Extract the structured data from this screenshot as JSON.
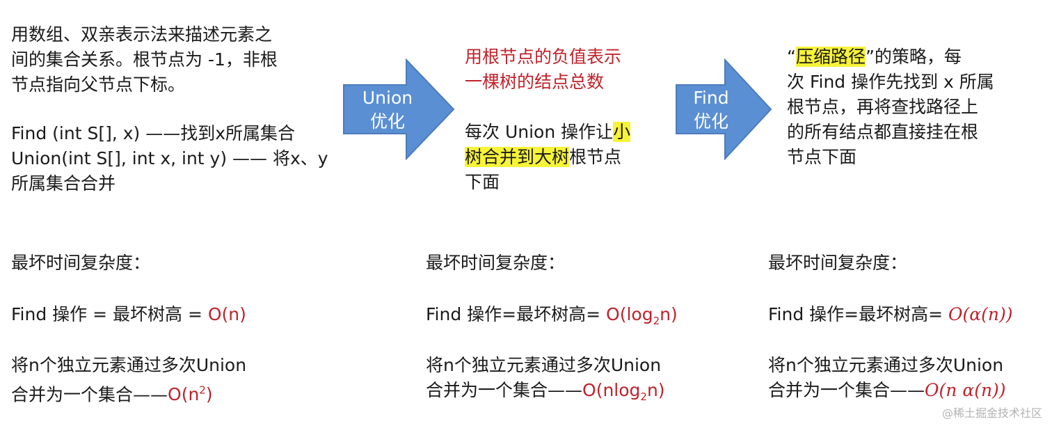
{
  "left_panel": {
    "desc": [
      "用数组、双亲表示法来描述元素之",
      "间的集合关系。根节点为 -1，非根",
      "节点指向父节点下标。"
    ],
    "ops": [
      "Find (int S[], x) ——找到x所属集合",
      "Union(int S[], int x, int y) —— 将x、y",
      "所属集合合并"
    ]
  },
  "arrow_union": {
    "label_1": "Union",
    "label_2": "优化",
    "color": "#5b8fd3"
  },
  "middle_panel": {
    "red_1": "用根节点的负值表示",
    "red_2": "一棵树的结点总数",
    "p1_a": "每次 Union 操作让",
    "p1_hl1": "小",
    "p2_hl": "树合并到大树",
    "p2_b": "根节点",
    "p3": "下面"
  },
  "arrow_find": {
    "label_1": "Find",
    "label_2": "优化",
    "color": "#5b8fd3"
  },
  "right_panel": {
    "q_open": "“",
    "q_hl": "压缩路径",
    "q_close": "”的策略，每",
    "lines": [
      "次 Find 操作先找到 x 所属",
      "根节点，再将查找路径上",
      "的所有结点都直接挂在根",
      "节点下面"
    ]
  },
  "complexity": [
    {
      "title": "最坏时间复杂度：",
      "find_prefix": "Find 操作 = 最坏树高 = ",
      "find_value": "O(n)",
      "union_1": "将n个独立元素通过多次Union",
      "union_2_prefix": "合并为一个集合——",
      "union_2_value": "O(n",
      "union_2_sup": "2",
      "union_2_close": ")"
    },
    {
      "title": "最坏时间复杂度：",
      "find_prefix": "Find 操作=最坏树高= ",
      "find_value": "O(log",
      "find_sub": "2",
      "find_close": "n)",
      "union_1": "将n个独立元素通过多次Union",
      "union_2_prefix": "合并为一个集合——",
      "union_2_value": "O(nlog",
      "union_2_sub": "2",
      "union_2_close": "n)"
    },
    {
      "title": "最坏时间复杂度：",
      "find_prefix": "Find 操作=最坏树高= ",
      "find_value": "O(α(n))",
      "union_1": "将n个独立元素通过多次Union",
      "union_2_prefix": "合并为一个集合——",
      "union_2_value": "O(n α(n))"
    }
  ],
  "watermark": "@稀土掘金技术社区",
  "colors": {
    "red": "#c0222a",
    "highlight": "#f7f337",
    "arrow": "#5b8fd3"
  }
}
